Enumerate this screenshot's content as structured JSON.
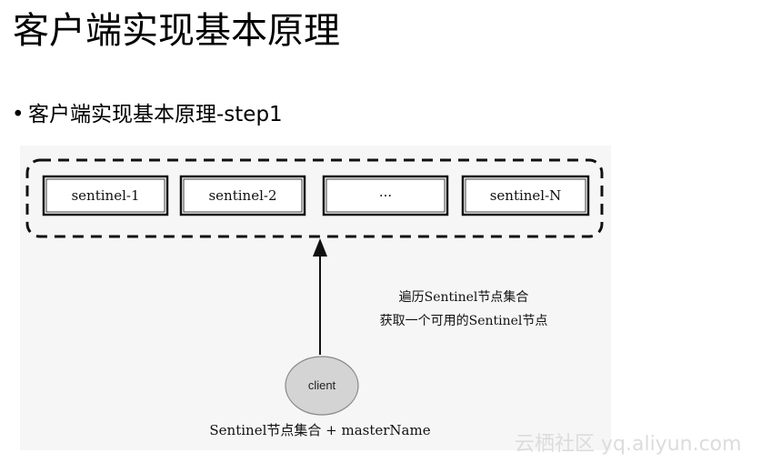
{
  "slide": {
    "title": "客户端实现基本原理",
    "bullet": "客户端实现基本原理-step1"
  },
  "diagram": {
    "nodes": [
      "sentinel-1",
      "sentinel-2",
      "···",
      "sentinel-N"
    ],
    "annotation_line1": "遍历Sentinel节点集合",
    "annotation_line2": "获取一个可用的Sentinel节点",
    "client_label": "client",
    "bottom_label": "Sentinel节点集合 + masterName"
  },
  "watermark": "云栖社区 yq.aliyun.com"
}
